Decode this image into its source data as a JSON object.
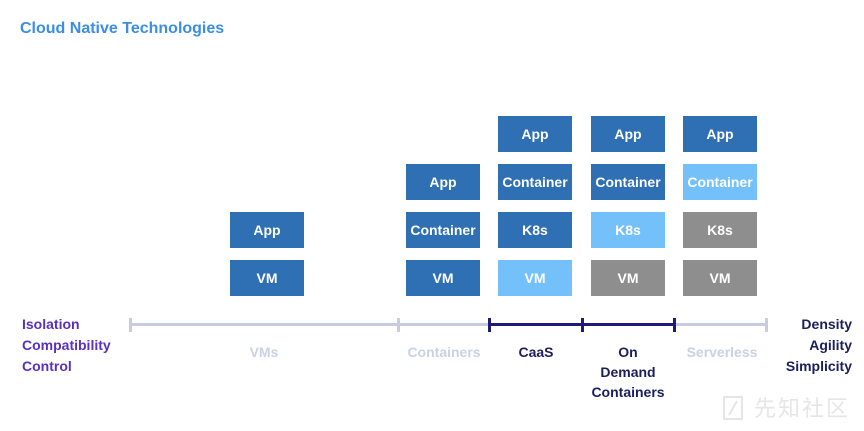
{
  "title": "Cloud Native Technologies",
  "left_labels": [
    "Isolation",
    "Compatibility",
    "Control"
  ],
  "right_labels": [
    "Density",
    "Agility",
    "Simplicity"
  ],
  "categories": [
    {
      "label": "VMs",
      "style": "faded"
    },
    {
      "label": "Containers",
      "style": "faded"
    },
    {
      "label": "CaaS",
      "style": "strong"
    },
    {
      "label": "On Demand Containers",
      "lines": [
        "On",
        "Demand",
        "Containers"
      ],
      "style": "strong"
    },
    {
      "label": "Serverless",
      "style": "faded"
    }
  ],
  "stacks": [
    {
      "boxes": [
        {
          "label": "App",
          "color": "#2f6fb3"
        },
        {
          "label": "VM",
          "color": "#2f6fb3"
        }
      ]
    },
    {
      "boxes": [
        {
          "label": "App",
          "color": "#2f6fb3"
        },
        {
          "label": "Container",
          "color": "#2f6fb3"
        },
        {
          "label": "VM",
          "color": "#2f6fb3"
        }
      ]
    },
    {
      "boxes": [
        {
          "label": "App",
          "color": "#2f6fb3"
        },
        {
          "label": "Container",
          "color": "#2f6fb3"
        },
        {
          "label": "K8s",
          "color": "#2f6fb3"
        },
        {
          "label": "VM",
          "color": "#74c0fb"
        }
      ]
    },
    {
      "boxes": [
        {
          "label": "App",
          "color": "#2f6fb3"
        },
        {
          "label": "Container",
          "color": "#2f6fb3"
        },
        {
          "label": "K8s",
          "color": "#74c0fb"
        },
        {
          "label": "VM",
          "color": "#8e8e8e"
        }
      ]
    },
    {
      "boxes": [
        {
          "label": "App",
          "color": "#2f6fb3"
        },
        {
          "label": "Container",
          "color": "#74c0fb"
        },
        {
          "label": "K8s",
          "color": "#8e8e8e"
        },
        {
          "label": "VM",
          "color": "#8e8e8e"
        }
      ]
    }
  ],
  "colors": {
    "title": "#3a8ee6",
    "box_dark": "#2f6fb3",
    "box_light": "#74c0fb",
    "box_gray": "#8e8e8e",
    "left_labels": "#5a2fc2",
    "right_labels": "#1a1f5c",
    "axis_light": "#c7cce0",
    "axis_dark": "#1e1a78"
  },
  "watermark": "先知社区"
}
